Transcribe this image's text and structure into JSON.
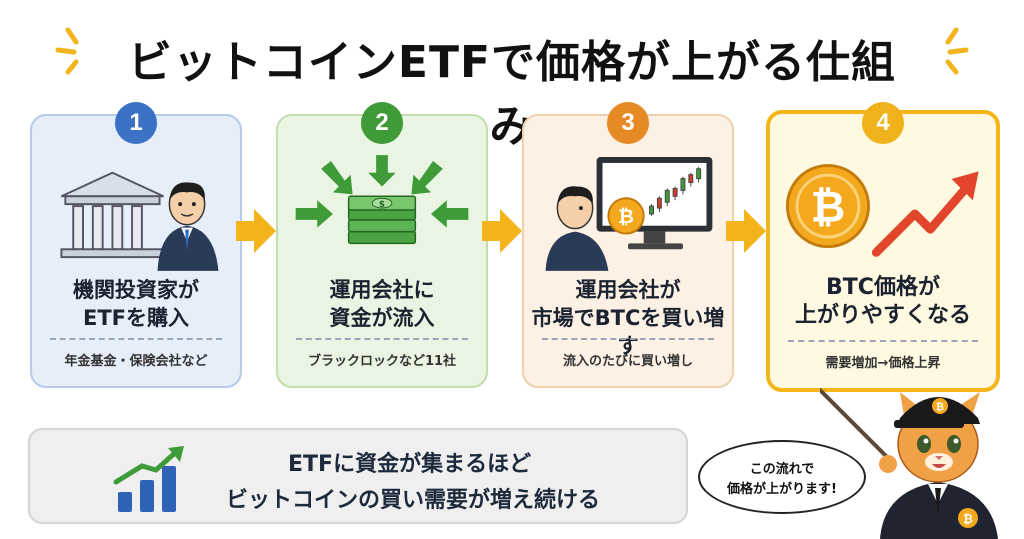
{
  "title": "ビットコインETFで価格が上がる仕組み",
  "steps": [
    {
      "number": "1",
      "heading_line1": "機関投資家が",
      "heading_line2": "ETFを購入",
      "note": "年金基金・保険会社など"
    },
    {
      "number": "2",
      "heading_line1": "運用会社に",
      "heading_line2": "資金が流入",
      "note": "ブラックロックなど11社"
    },
    {
      "number": "3",
      "heading_line1": "運用会社が",
      "heading_line2": "市場でBTCを買い増す",
      "note": "流入のたびに買い増し"
    },
    {
      "number": "4",
      "heading_line1": "BTC価格が",
      "heading_line2": "上がりやすくなる",
      "note": "需要増加→価格上昇"
    }
  ],
  "summary": {
    "line1": "ETFに資金が集まるほど",
    "line2": "ビットコインの買い需要が増え続ける"
  },
  "speech": {
    "line1": "この流れで",
    "line2": "価格が上がります!"
  },
  "colors": {
    "step1": "#3b72c6",
    "step2": "#3f9a38",
    "step3": "#e58a25",
    "step4": "#f0b21a",
    "arrow": "#f2b31b"
  }
}
